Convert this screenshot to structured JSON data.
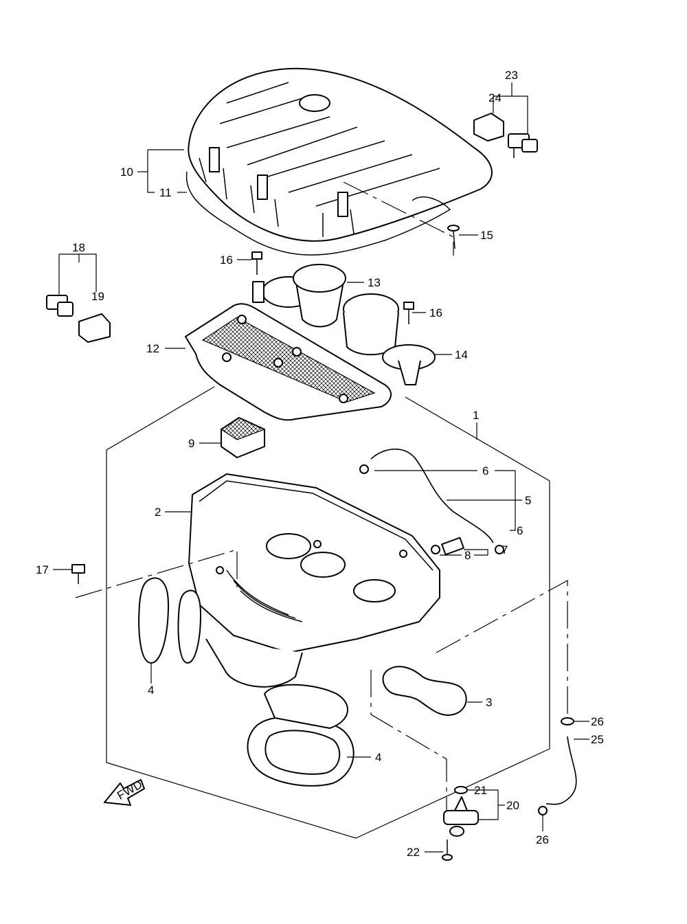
{
  "callouts": {
    "c1": "1",
    "c2": "2",
    "c3": "3",
    "c4a": "4",
    "c4b": "4",
    "c5": "5",
    "c6a": "6",
    "c6b": "6",
    "c7": "7",
    "c8": "8",
    "c9": "9",
    "c10": "10",
    "c11": "11",
    "c12": "12",
    "c13": "13",
    "c14": "14",
    "c15": "15",
    "c16a": "16",
    "c16b": "16",
    "c17": "17",
    "c18": "18",
    "c19": "19",
    "c20": "20",
    "c21": "21",
    "c22": "22",
    "c23": "23",
    "c24": "24",
    "c25": "25",
    "c26a": "26",
    "c26b": "26"
  },
  "fwd_label": "FWD"
}
